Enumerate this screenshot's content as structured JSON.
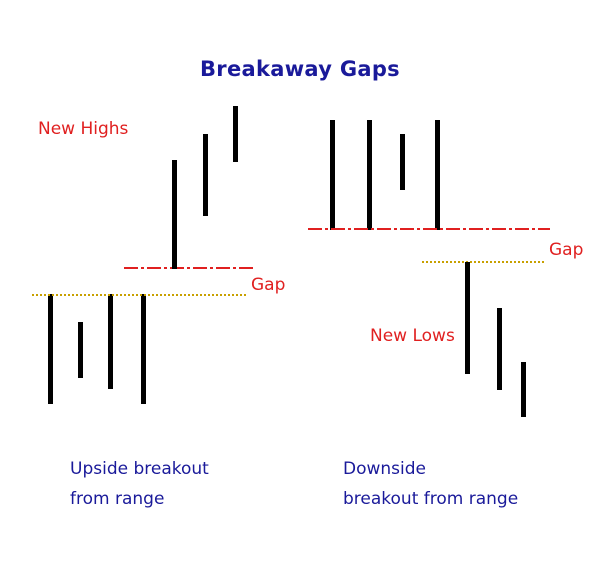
{
  "title": "Breakaway Gaps",
  "labels": {
    "new_highs": "New Highs",
    "gap_left": "Gap",
    "gap_right": "Gap",
    "new_lows": "New Lows"
  },
  "captions": {
    "upside_line1": "Upside breakout",
    "upside_line2": "from range",
    "downside_line1": "Downside",
    "downside_line2": "breakout from range"
  },
  "colors": {
    "bar": "#000000",
    "label_red": "#e02020",
    "caption_blue": "#1a1a9a",
    "gap_line_red": "#e02020",
    "gap_line_yellow": "#c8a000"
  }
}
